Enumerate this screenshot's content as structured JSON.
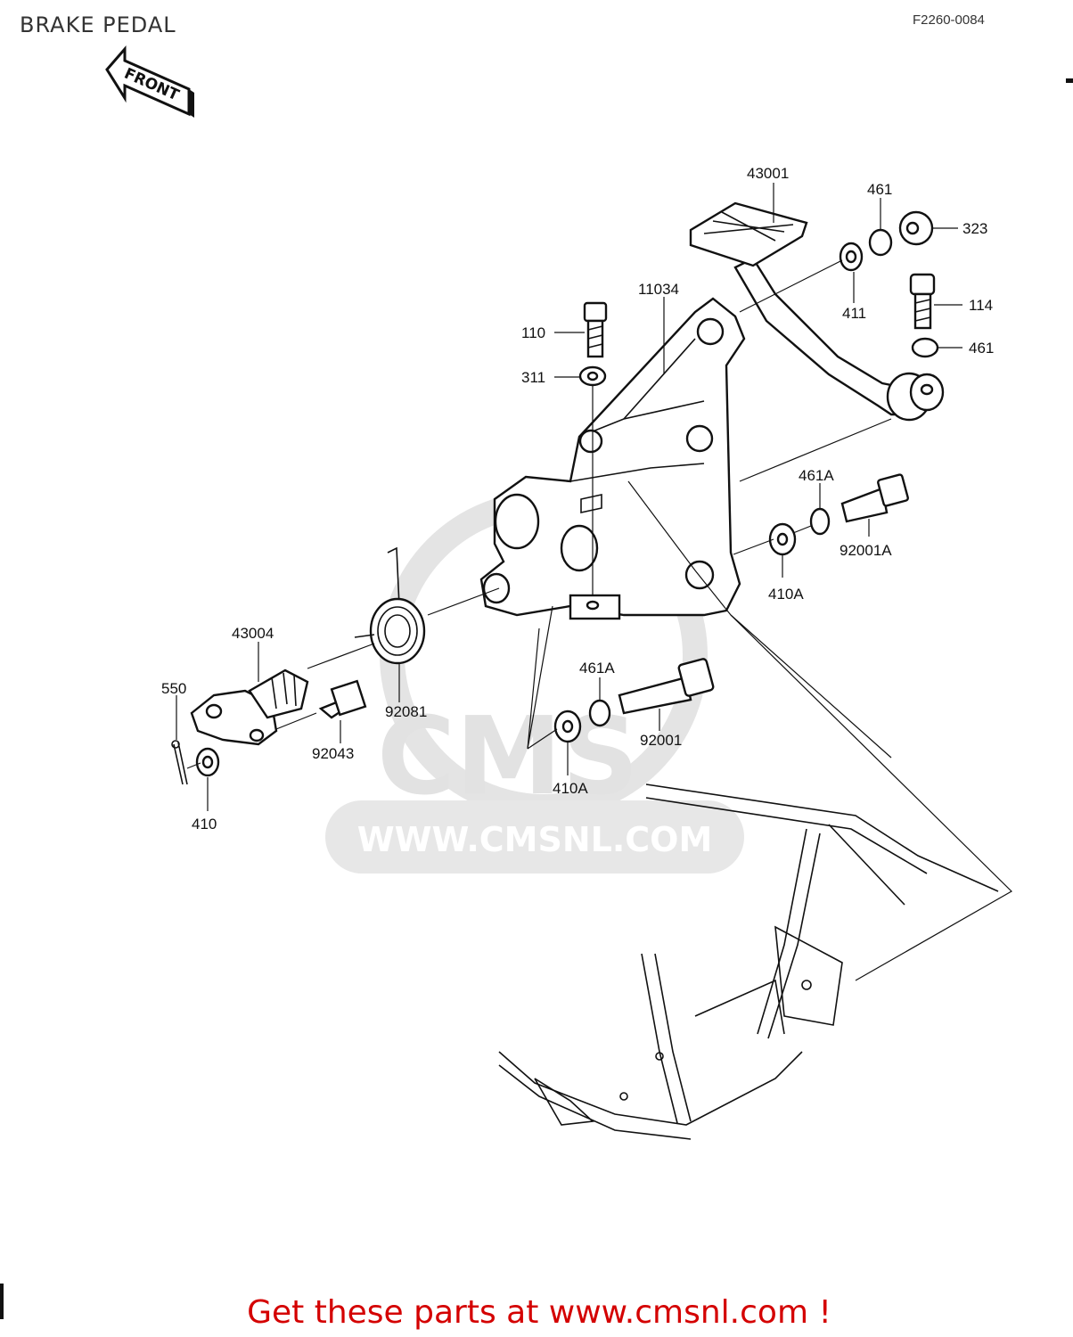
{
  "header": {
    "title": "BRAKE PEDAL",
    "figure_code": "F2260-0084"
  },
  "front_arrow": {
    "label": "FRONT"
  },
  "watermark": {
    "brand": "CMS",
    "url": "WWW.CMSNL.COM"
  },
  "parts": [
    {
      "id": "43001",
      "label": "43001"
    },
    {
      "id": "461-top",
      "label": "461"
    },
    {
      "id": "323",
      "label": "323"
    },
    {
      "id": "11034",
      "label": "11034"
    },
    {
      "id": "411",
      "label": "411"
    },
    {
      "id": "114",
      "label": "114"
    },
    {
      "id": "461-right",
      "label": "461"
    },
    {
      "id": "110",
      "label": "110"
    },
    {
      "id": "311",
      "label": "311"
    },
    {
      "id": "461A-right",
      "label": "461A"
    },
    {
      "id": "92001A",
      "label": "92001A"
    },
    {
      "id": "410A-right",
      "label": "410A"
    },
    {
      "id": "43004",
      "label": "43004"
    },
    {
      "id": "461A-lower",
      "label": "461A"
    },
    {
      "id": "550",
      "label": "550"
    },
    {
      "id": "92081",
      "label": "92081"
    },
    {
      "id": "92001",
      "label": "92001"
    },
    {
      "id": "92043",
      "label": "92043"
    },
    {
      "id": "410A-lower",
      "label": "410A"
    },
    {
      "id": "410",
      "label": "410"
    }
  ],
  "footer": {
    "cta": "Get these parts at www.cmsnl.com !"
  }
}
